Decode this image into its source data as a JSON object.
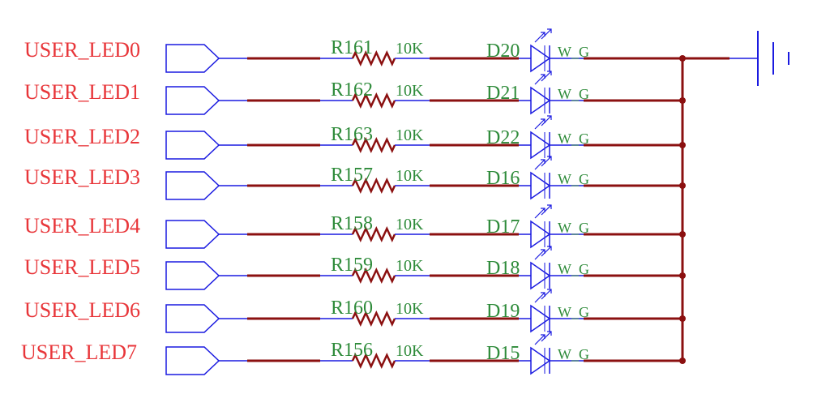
{
  "colors": {
    "net_label": "#e8363a",
    "component_text": "#2e8b3a",
    "wire": "#8b1010",
    "symbol": "#1a1ae0"
  },
  "rows": [
    {
      "net": "USER_LED0",
      "resistor": "R161",
      "resistor_value": "10K",
      "led": "D20",
      "led_part": "W_G"
    },
    {
      "net": "USER_LED1",
      "resistor": "R162",
      "resistor_value": "10K",
      "led": "D21",
      "led_part": "W_G"
    },
    {
      "net": "USER_LED2",
      "resistor": "R163",
      "resistor_value": "10K",
      "led": "D22",
      "led_part": "W_G"
    },
    {
      "net": "USER_LED3",
      "resistor": "R157",
      "resistor_value": "10K",
      "led": "D16",
      "led_part": "W_G"
    },
    {
      "net": "USER_LED4",
      "resistor": "R158",
      "resistor_value": "10K",
      "led": "D17",
      "led_part": "W_G"
    },
    {
      "net": "USER_LED5",
      "resistor": "R159",
      "resistor_value": "10K",
      "led": "D18",
      "led_part": "W_G"
    },
    {
      "net": "USER_LED6",
      "resistor": "R160",
      "resistor_value": "10K",
      "led": "D19",
      "led_part": "W_G"
    },
    {
      "net": "USER_LED7",
      "resistor": "R156",
      "resistor_value": "10K",
      "led": "D15",
      "led_part": "W_G"
    }
  ],
  "ground_icon": "ground-symbol"
}
